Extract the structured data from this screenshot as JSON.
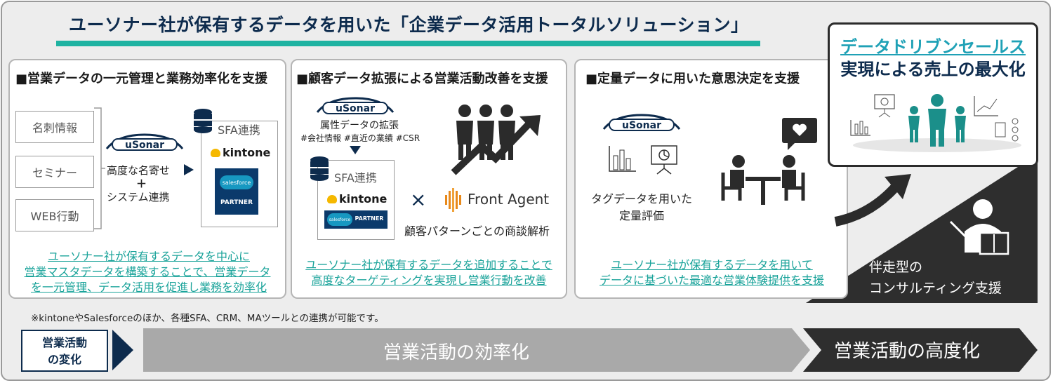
{
  "title": "ユーソナー社が保有するデータを用いた「企業データ活用トータルソリューション」",
  "usonar_logo_text": "uSonar",
  "panel1": {
    "heading": "■営業データの一元管理と業務効率化を支援",
    "sources": [
      "名刺情報",
      "セミナー",
      "WEB行動"
    ],
    "caption_line1": "高度な名寄せ",
    "caption_plus": "＋",
    "caption_line2": "システム連携",
    "sfa_label": "SFA連携",
    "kintone": "kintone",
    "salesforce": "salesforce",
    "partner": "PARTNER",
    "link_lines": [
      "ユーソナー社が保有するデータを中心に",
      "営業マスタデータを構築することで、営業データ",
      "を一元管理、データ活用を促進し業務を効率化"
    ]
  },
  "panel2": {
    "heading": "■顧客データ拡張による営業活動改善を支援",
    "attr_title": "属性データの拡張",
    "attr_tags": "#会社情報 #直近の業績 #CSR",
    "sfa_label": "SFA連携",
    "kintone": "kintone",
    "salesforce": "salesforce",
    "partner": "PARTNER",
    "times": "×",
    "frontagent": "Front Agent",
    "analysis": "顧客パターンごとの商談解析",
    "link_lines": [
      "ユーソナー社が保有するデータを追加することで",
      "高度なターゲティングを実現し営業行動を改善"
    ]
  },
  "panel3": {
    "heading": "■定量データに用いた意思決定を支援",
    "caption_line1": "タグデータを用いた",
    "caption_line2": "定量評価",
    "link_lines": [
      "ユーソナー社が保有するデータを用いて",
      "データに基づいた最適な営業体験提供を支援"
    ]
  },
  "result": {
    "line1": "データドリブンセールス",
    "line2": "実現による売上の最大化"
  },
  "consult": {
    "line1": "伴走型の",
    "line2": "コンサルティング支援"
  },
  "note": "※kintoneやSalesforceのほか、各種SFA、CRM、MAツールとの連携が可能です。",
  "bottom": {
    "change_line1": "営業活動",
    "change_line2": "の変化",
    "efficiency": "営業活動の効率化",
    "sophistication": "営業活動の高度化"
  },
  "colors": {
    "navy": "#0d2b4d",
    "teal": "#1fb3a2",
    "link": "#1aa39a",
    "dark": "#2e2e2e",
    "gray_arrow": "#a9a9a9"
  }
}
